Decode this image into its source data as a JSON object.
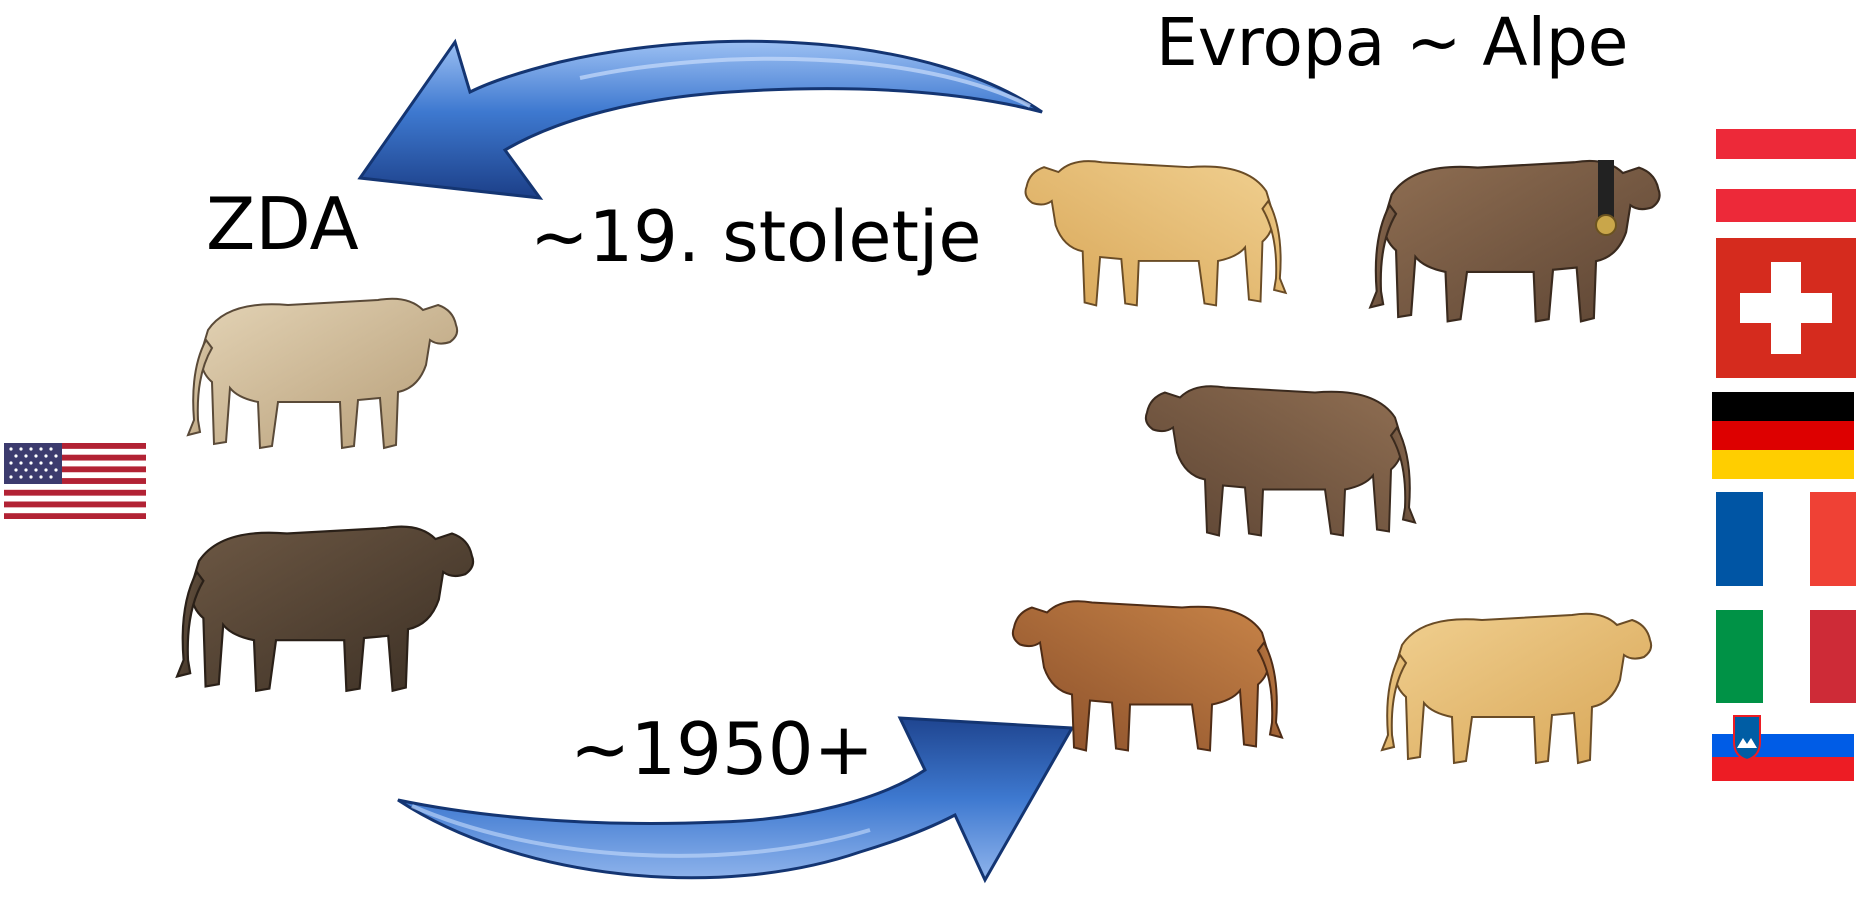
{
  "labels": {
    "europe": "Evropa ~ Alpe",
    "usa": "ZDA",
    "period_19th_century": "~19. stoletje",
    "period_1950": "~1950+"
  },
  "colors": {
    "arrow_blue": "#3a74cc",
    "arrow_dark": "#1d3f86",
    "arrow_light": "#8fb4ec"
  },
  "regions": {
    "usa": {
      "flag": "usa-flag-icon",
      "cows": [
        "cow-illustration",
        "bull-illustration"
      ]
    },
    "europe": {
      "flags": [
        "austria-flag-icon",
        "switzerland-flag-icon",
        "germany-flag-icon",
        "france-flag-icon",
        "italy-flag-icon",
        "slovenia-flag-icon"
      ],
      "cows": [
        "cow-illustration",
        "cow-illustration",
        "bull-illustration",
        "cow-illustration",
        "cow-illustration"
      ]
    }
  },
  "arrows": [
    {
      "name": "arrow-europe-to-usa",
      "direction": "Europe to USA",
      "period": "~19. stoletje"
    },
    {
      "name": "arrow-usa-to-europe",
      "direction": "USA to Europe",
      "period": "~1950+"
    }
  ]
}
